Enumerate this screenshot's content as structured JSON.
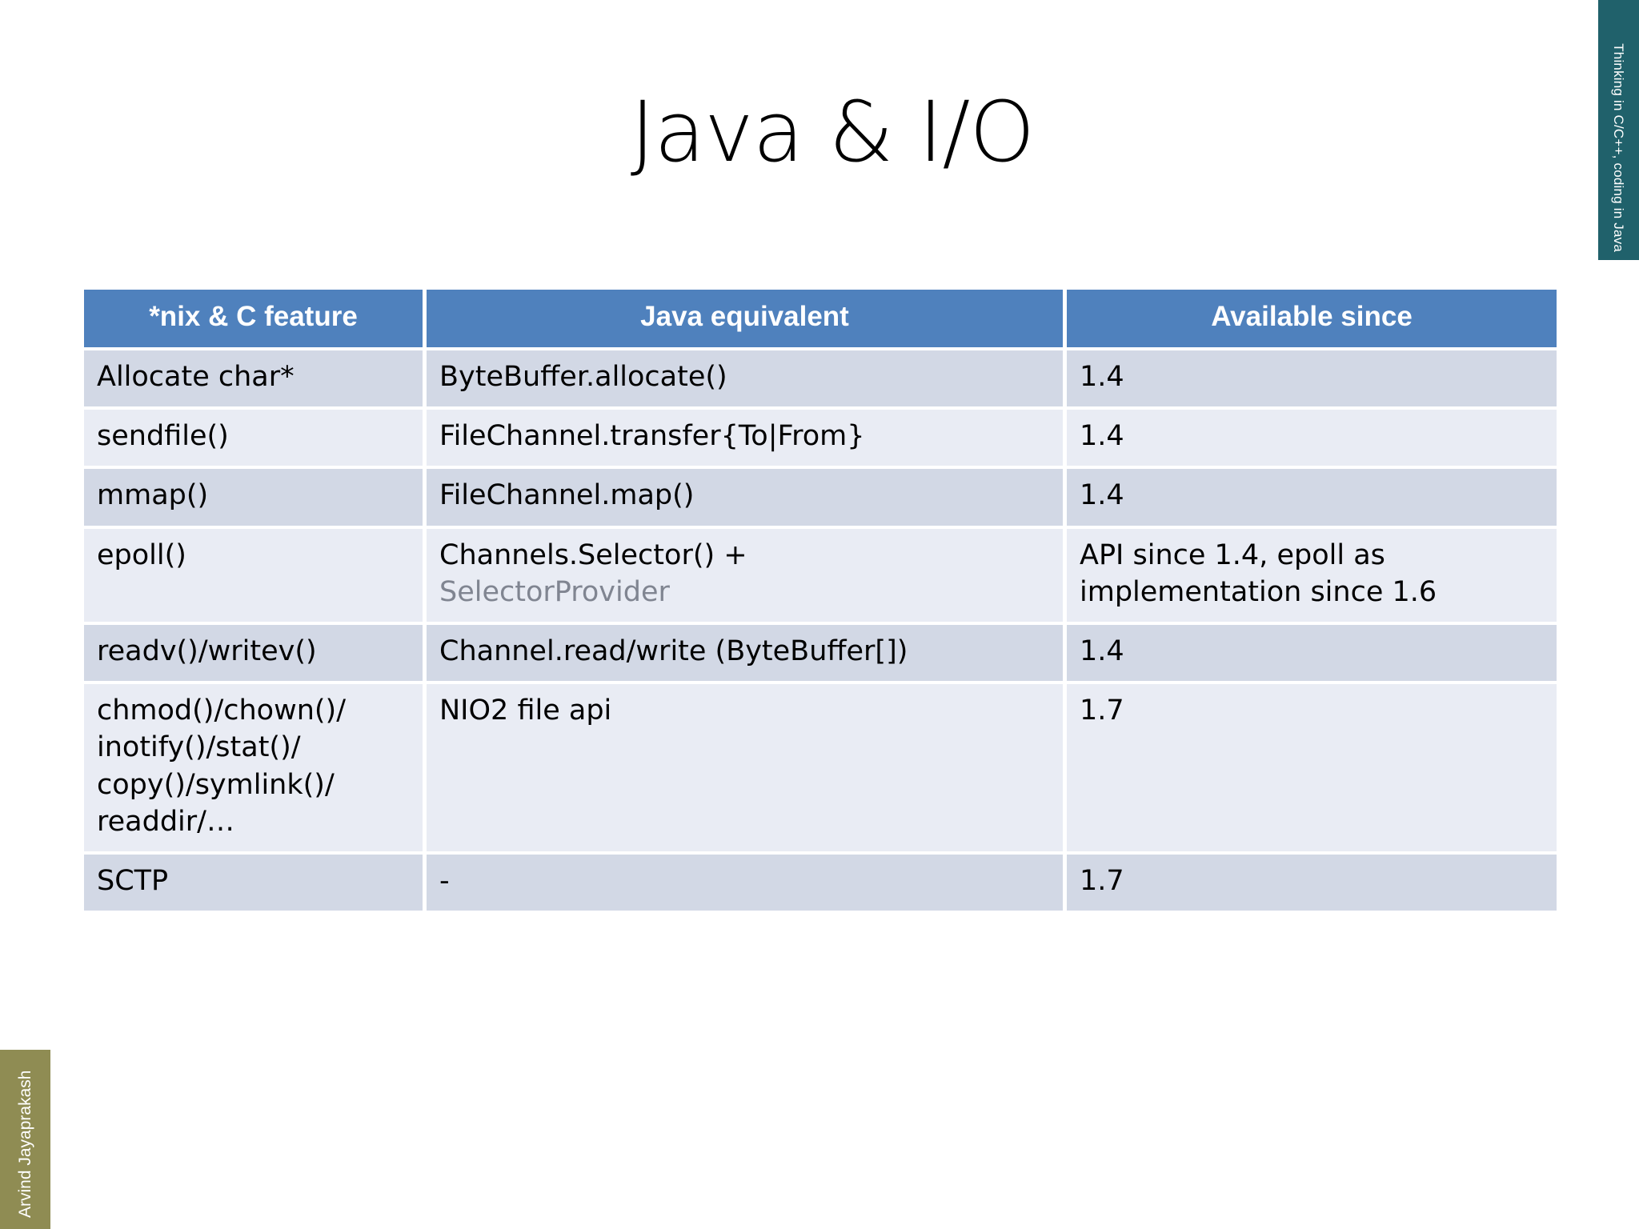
{
  "slide": {
    "title": "Java & I/O",
    "topic_banner": "Thinking in C/C++, coding in Java",
    "author_banner": "Arvind Jayaprakash",
    "accent_colors": {
      "header_blue": "#4F81BD",
      "row_odd": "#D2D8E5",
      "row_even": "#E9ECF4",
      "topic_banner_teal": "#20616B",
      "author_banner_olive": "#8F8C53",
      "muted_text": "#808591"
    }
  },
  "table": {
    "headers": [
      "*nix & C feature",
      "Java equivalent",
      "Available since"
    ],
    "rows": [
      {
        "feature": "Allocate char*",
        "java": "ByteBuffer.allocate()",
        "java_muted": "",
        "since": "1.4"
      },
      {
        "feature": "sendfile()",
        "java": "FileChannel.transfer{To|From}",
        "java_muted": "",
        "since": "1.4"
      },
      {
        "feature": "mmap()",
        "java": "FileChannel.map()",
        "java_muted": "",
        "since": "1.4"
      },
      {
        "feature": "epoll()",
        "java": "Channels.Selector() +",
        "java_muted": "SelectorProvider",
        "since": "API since 1.4, epoll as implementation since 1.6"
      },
      {
        "feature": "readv()/writev()",
        "java": "Channel.read/write (ByteBuffer[])",
        "java_muted": "",
        "since": "1.4"
      },
      {
        "feature": "chmod()/chown()/ inotify()/stat()/ copy()/symlink()/ readdir/…",
        "java": "NIO2 file api",
        "java_muted": "",
        "since": "1.7"
      },
      {
        "feature": "SCTP",
        "java": "-",
        "java_muted": "",
        "since": "1.7"
      }
    ]
  }
}
